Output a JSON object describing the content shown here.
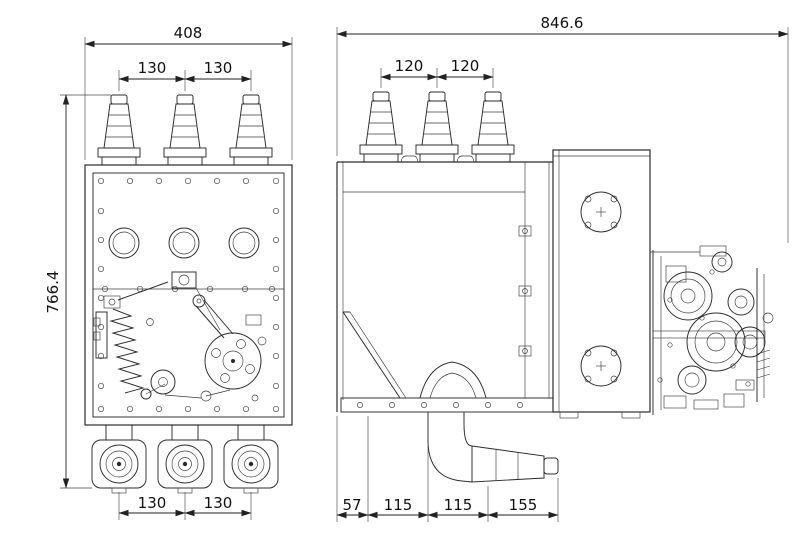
{
  "drawing": {
    "front_view": {
      "width_top": "408",
      "pole_spacing_top": [
        "130",
        "130"
      ],
      "height": "766.4",
      "pole_spacing_bottom": [
        "130",
        "130"
      ]
    },
    "side_view": {
      "depth_top": "846.6",
      "pole_spacing_top": [
        "120",
        "120"
      ],
      "bottom_dims": [
        "57",
        "115",
        "115",
        "155"
      ]
    }
  }
}
